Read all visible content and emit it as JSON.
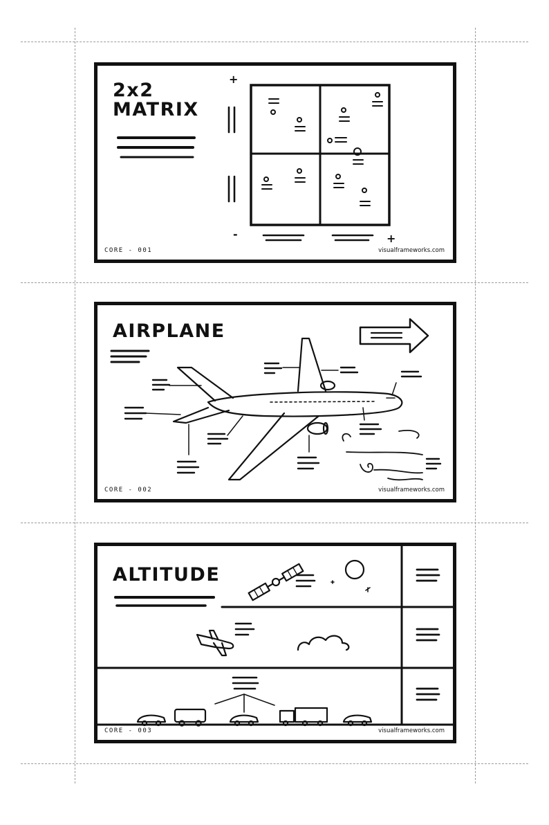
{
  "cards": [
    {
      "title_line1": "2x2",
      "title_line2": "MATRIX",
      "code": "CORE - 001",
      "site": "visualframeworks.com",
      "axis_top": "+",
      "axis_bottom_left": "-",
      "axis_right": "+"
    },
    {
      "title": "AIRPLANE",
      "code": "CORE - 002",
      "site": "visualframeworks.com"
    },
    {
      "title": "ALTITUDE",
      "code": "CORE - 003",
      "site": "visualframeworks.com"
    }
  ]
}
